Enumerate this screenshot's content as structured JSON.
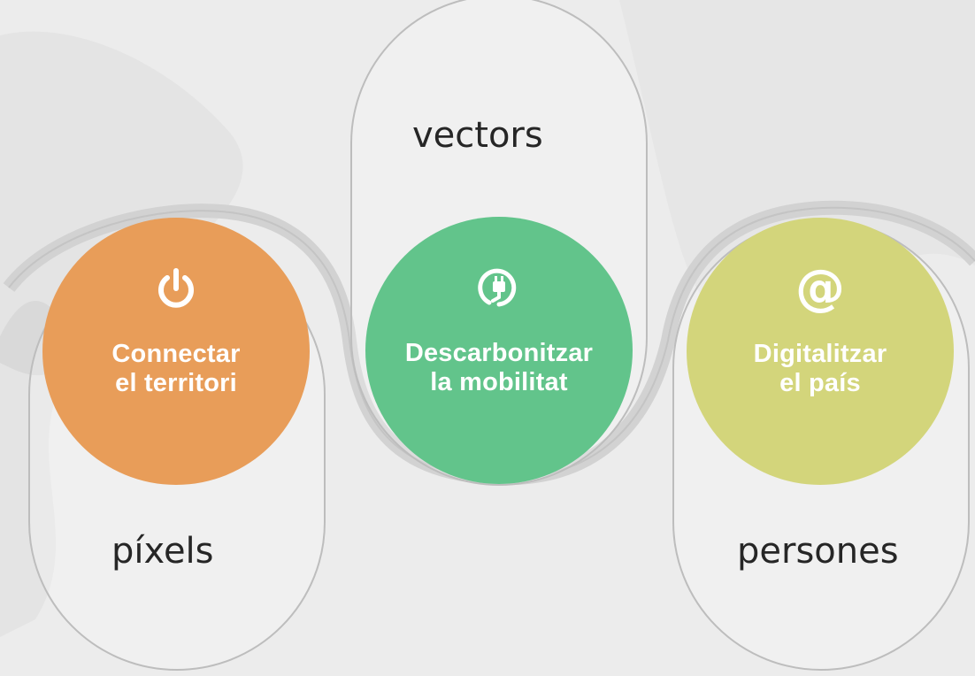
{
  "diagram": {
    "nodes": [
      {
        "id": "connectar",
        "line1": "Connectar",
        "line2": "el territori",
        "color": "#e89d59",
        "icon": "power-icon"
      },
      {
        "id": "descarbonitzar",
        "line1": "Descarbonitzar",
        "line2": "la mobilitat",
        "color": "#62c48b",
        "icon": "plug-icon"
      },
      {
        "id": "digitalitzar",
        "line1": "Digitalitzar",
        "line2": "el país",
        "color": "#d3d57b",
        "icon": "at-icon"
      }
    ],
    "labels": {
      "pixels": "píxels",
      "vectors": "vectors",
      "persones": "persones"
    }
  }
}
